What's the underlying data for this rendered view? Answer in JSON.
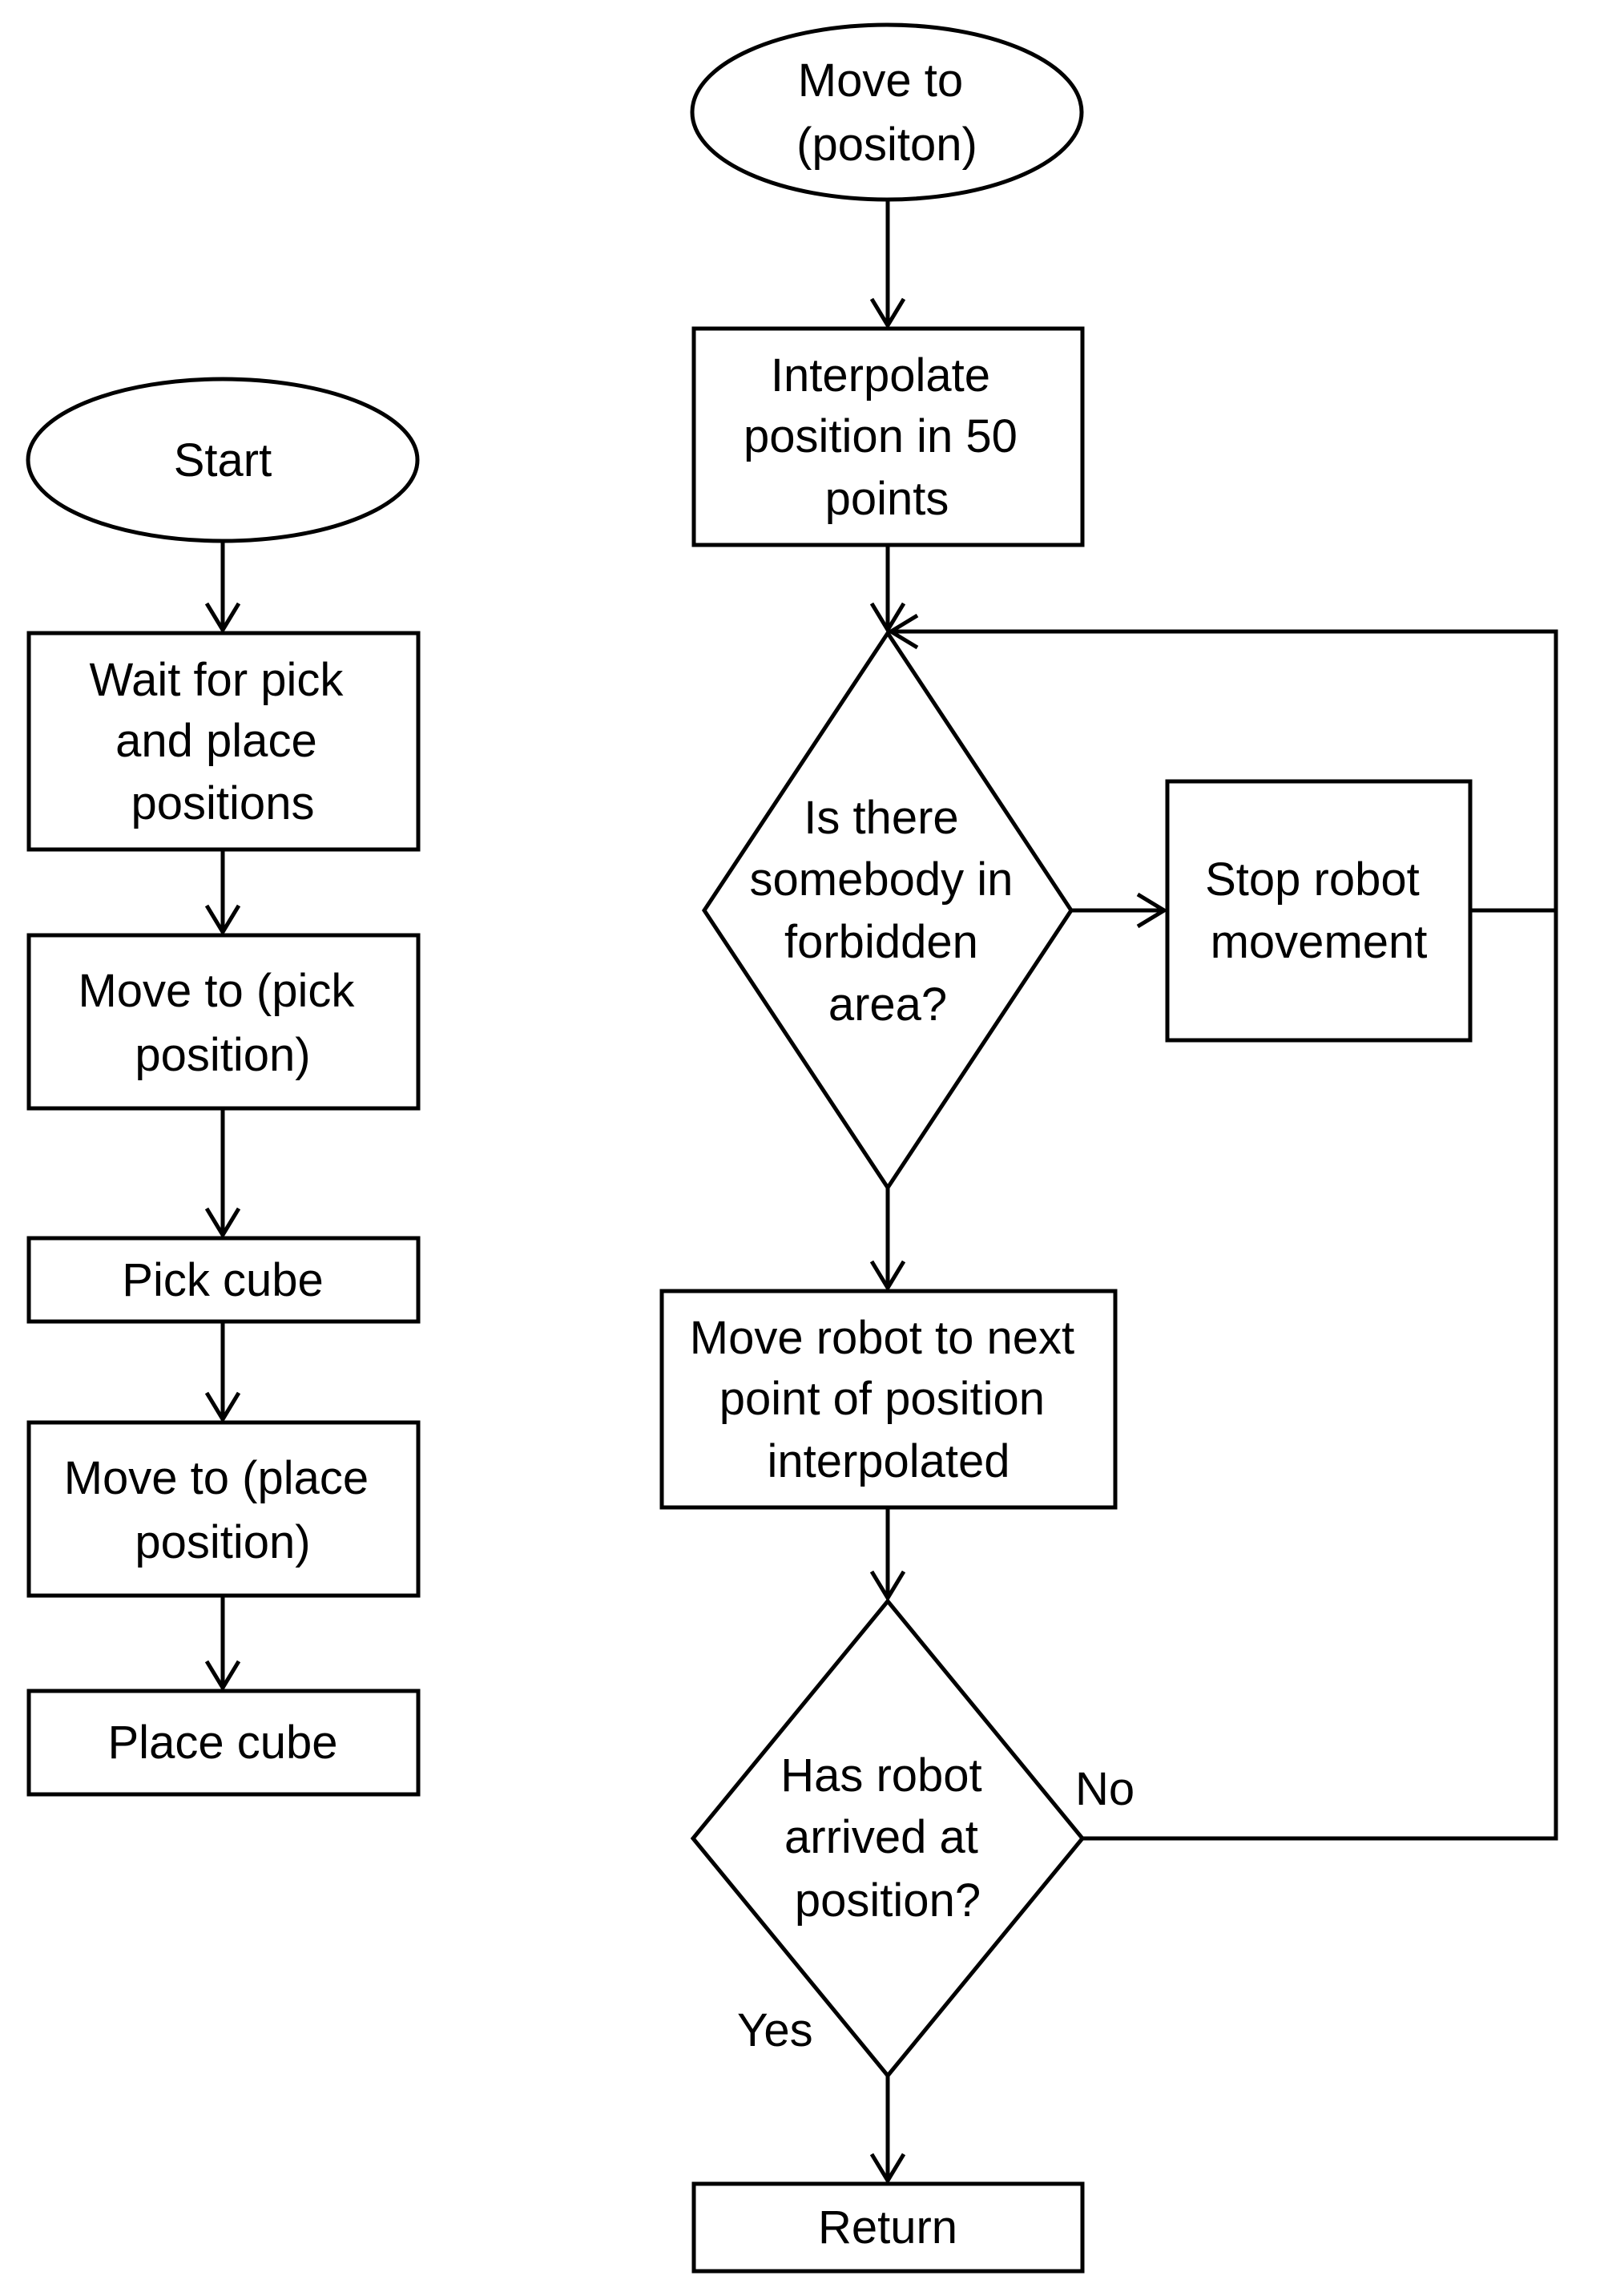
{
  "diagram": {
    "nodes": {
      "start": {
        "shape": "ellipse",
        "lines": [
          "Start"
        ]
      },
      "wait": {
        "shape": "rect",
        "lines": [
          "Wait for pick",
          "and place",
          "positions"
        ]
      },
      "move_pick": {
        "shape": "rect",
        "lines": [
          "Move to (pick",
          "position)"
        ]
      },
      "pick_cube": {
        "shape": "rect",
        "lines": [
          "Pick cube"
        ]
      },
      "move_place": {
        "shape": "rect",
        "lines": [
          "Move to (place",
          "position)"
        ]
      },
      "place_cube": {
        "shape": "rect",
        "lines": [
          "Place cube"
        ]
      },
      "move_to": {
        "shape": "ellipse",
        "lines": [
          "Move to",
          "(positon)"
        ]
      },
      "interpolate": {
        "shape": "rect",
        "lines": [
          "Interpolate",
          "position in 50",
          "points"
        ]
      },
      "forbidden": {
        "shape": "diamond",
        "lines": [
          "Is there",
          "somebody in",
          "forbidden",
          "area?"
        ]
      },
      "stop": {
        "shape": "rect",
        "lines": [
          "Stop robot",
          "movement"
        ]
      },
      "move_next": {
        "shape": "rect",
        "lines": [
          "Move robot to next",
          "point of position",
          "interpolated"
        ]
      },
      "arrived": {
        "shape": "diamond",
        "lines": [
          "Has robot",
          "arrived at",
          "position?"
        ]
      },
      "return": {
        "shape": "rect",
        "lines": [
          "Return"
        ]
      }
    },
    "edges": [
      {
        "from": "start",
        "to": "wait",
        "label": ""
      },
      {
        "from": "wait",
        "to": "move_pick",
        "label": ""
      },
      {
        "from": "move_pick",
        "to": "pick_cube",
        "label": ""
      },
      {
        "from": "pick_cube",
        "to": "move_place",
        "label": ""
      },
      {
        "from": "move_place",
        "to": "place_cube",
        "label": ""
      },
      {
        "from": "move_to",
        "to": "interpolate",
        "label": ""
      },
      {
        "from": "interpolate",
        "to": "forbidden",
        "label": ""
      },
      {
        "from": "forbidden",
        "to": "stop",
        "label": ""
      },
      {
        "from": "stop",
        "to": "forbidden",
        "label": ""
      },
      {
        "from": "forbidden",
        "to": "move_next",
        "label": ""
      },
      {
        "from": "move_next",
        "to": "arrived",
        "label": ""
      },
      {
        "from": "arrived",
        "to": "forbidden",
        "label": "No"
      },
      {
        "from": "arrived",
        "to": "return",
        "label": "Yes"
      }
    ]
  }
}
